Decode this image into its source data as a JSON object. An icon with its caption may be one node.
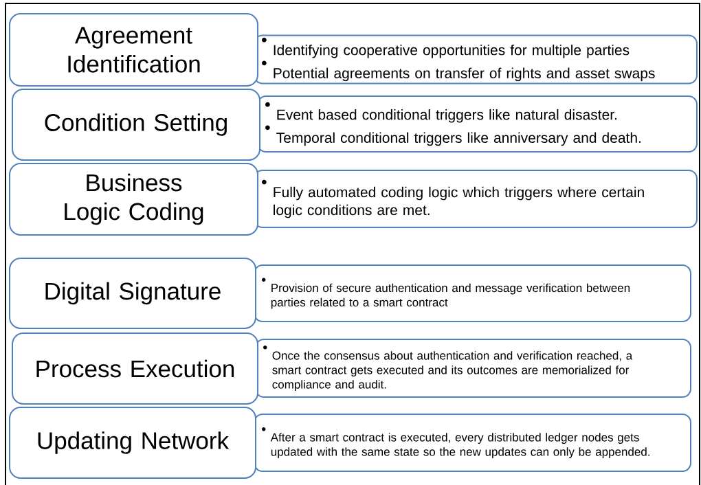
{
  "diagram": {
    "nodes": [
      {
        "text": [
          "Agreement Identification"
        ]
      },
      {
        "text": [
          "Identifying cooperative opportunities for multiple parties",
          "Potential agreements on transfer of rights and asset swaps"
        ]
      },
      {
        "text": [
          "Condition Setting"
        ]
      },
      {
        "text": [
          "Event based conditional triggers like natural disaster.",
          "Temporal conditional triggers like anniversary and death."
        ]
      },
      {
        "text": [
          "Business Logic Coding"
        ]
      },
      {
        "text": [
          "Fully automated coding logic which triggers where certain logic conditions are met."
        ]
      },
      {
        "text": [
          "Digital Signature"
        ]
      },
      {
        "text": [
          "Provision of secure authentication and message verification between parties related to a smart contract"
        ]
      },
      {
        "text": [
          "Process Execution"
        ]
      },
      {
        "text": [
          "Once the consensus about authentication and verification reached, a smart contract gets executed and its outcomes are memorialized for compliance and audit."
        ]
      },
      {
        "text": [
          "Updating Network"
        ]
      },
      {
        "text": [
          "After a smart contract is executed, every distributed ledger nodes gets updated with the same state so the new updates can only be appended."
        ]
      }
    ]
  }
}
